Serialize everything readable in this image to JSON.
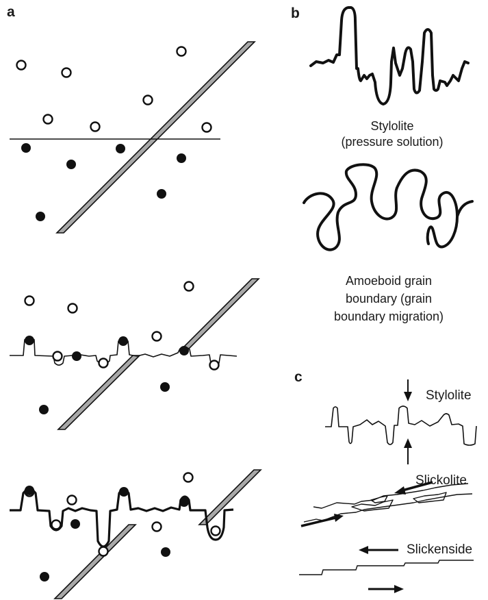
{
  "panels": {
    "a": {
      "letter": "a"
    },
    "b": {
      "letter": "b",
      "stylolite": {
        "line1": "Stylolite",
        "line2": "(pressure solution)"
      },
      "amoeboid": {
        "line1": "Amoeboid grain",
        "line2": "boundary (grain",
        "line3": "boundary migration)"
      }
    },
    "c": {
      "letter": "c",
      "stylolite_label": "Stylolite",
      "slickolite_label": "Slickolite",
      "slickenside_label": "Slickenside"
    }
  },
  "colors": {
    "ink": "#111111",
    "vein_fill": "#a8a8a8",
    "background": "#ffffff"
  }
}
